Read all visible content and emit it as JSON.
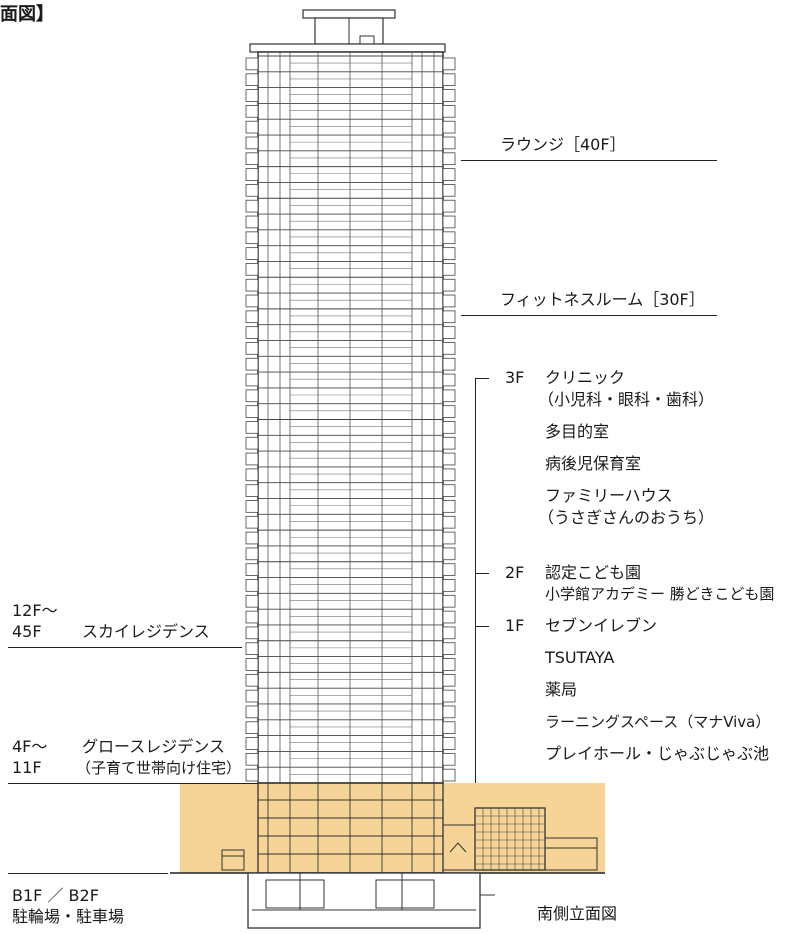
{
  "corner_text": "面図】",
  "caption": "南側立面図",
  "upper_callouts": {
    "lounge": "ラウンジ［40F］",
    "fitness": "フィットネスルーム［30F］"
  },
  "facilities": {
    "floor3": {
      "floor": "3F",
      "items": [
        "クリニック",
        "（小児科・眼科・歯科）",
        "多目的室",
        "病後児保育室",
        "ファミリーハウス",
        "（うさぎさんのおうち）"
      ]
    },
    "floor2": {
      "floor": "2F",
      "items": [
        "認定こども園",
        "小学館アカデミー 勝どきこども園"
      ]
    },
    "floor1": {
      "floor": "1F",
      "items": [
        "セブンイレブン",
        "TSUTAYA",
        "薬局",
        "ラーニングスペース（マナViva）",
        "プレイホール・じゃぶじゃぶ池"
      ]
    }
  },
  "zones": {
    "sky": {
      "range_top": "12F～",
      "range_bottom": "45F",
      "name": "スカイレジデンス"
    },
    "grow": {
      "range_top": "4F～",
      "range_bottom": "11F",
      "name": "グロースレジデンス",
      "note": "（子育て世帯向け住宅）"
    },
    "basement": {
      "range": "B1F ／ B2F",
      "name": "駐輪場・駐車場"
    }
  },
  "colors": {
    "podium": "#f6d498",
    "line": "#222222",
    "building": "#ffffff"
  }
}
